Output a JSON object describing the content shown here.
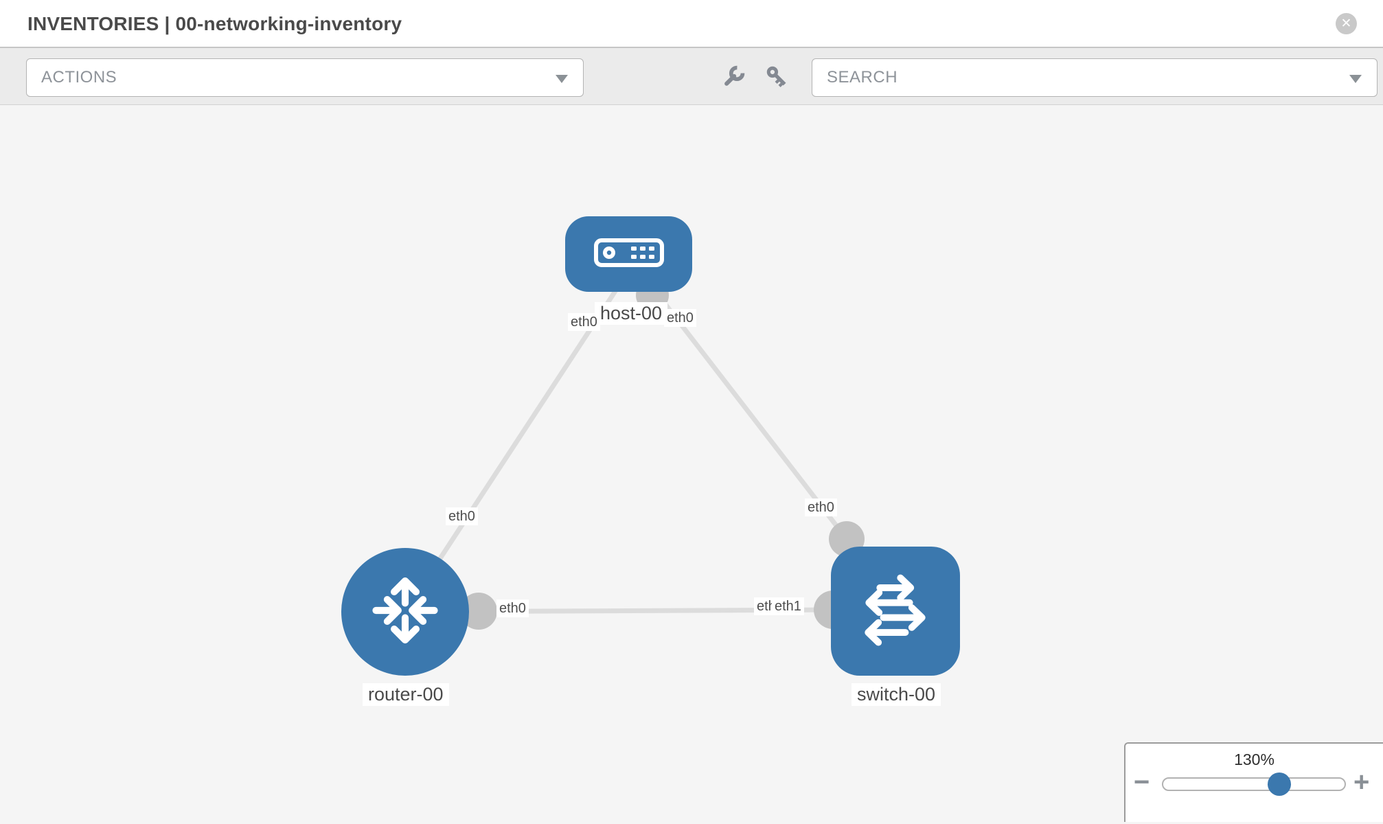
{
  "header": {
    "title": "INVENTORIES | 00-networking-inventory",
    "close_glyph": "✕"
  },
  "toolbar": {
    "actions_label": "ACTIONS",
    "search_placeholder": "SEARCH",
    "icons": [
      "wrench-icon",
      "key-icon"
    ]
  },
  "colors": {
    "node_blue": "#3b78ae",
    "link_gray": "#dcdcdc",
    "port_gray": "#c2c2c2",
    "toolbar_gray": "#ebebeb",
    "canvas_gray": "#f5f5f5"
  },
  "topology": {
    "nodes": [
      {
        "id": "host-00",
        "type": "host",
        "label": "host-00"
      },
      {
        "id": "router-00",
        "type": "router",
        "label": "router-00"
      },
      {
        "id": "switch-00",
        "type": "switch",
        "label": "switch-00"
      }
    ],
    "links": [
      {
        "from": "host-00",
        "to": "router-00",
        "from_interface": "eth0",
        "to_interface": "eth0"
      },
      {
        "from": "host-00",
        "to": "switch-00",
        "from_interface": "eth0",
        "to_interface": "eth0"
      },
      {
        "from": "router-00",
        "to": "switch-00",
        "from_interface": "eth0",
        "to_interface": "eth1"
      }
    ],
    "interface_chips": [
      {
        "text": "eth0",
        "link": "host-router",
        "end": "host"
      },
      {
        "text": "eth0",
        "link": "host-switch",
        "end": "host"
      },
      {
        "text": "eth0",
        "link": "host-router",
        "end": "router"
      },
      {
        "text": "eth0",
        "link": "host-switch",
        "end": "switch"
      },
      {
        "text": "eth0",
        "link": "router-switch",
        "end": "router"
      },
      {
        "text": "eth0",
        "link": "router-switch",
        "end": "switch-under"
      },
      {
        "text": "eth1",
        "link": "router-switch",
        "end": "switch-over"
      }
    ]
  },
  "zoom_control": {
    "value": "130%",
    "minus_glyph": "−",
    "plus_glyph": "+"
  }
}
